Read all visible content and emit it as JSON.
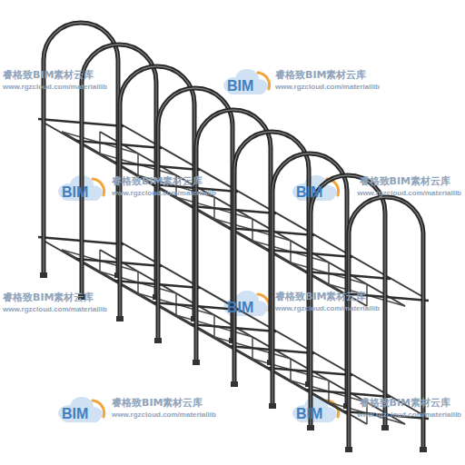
{
  "diagram": {
    "labels": [
      "睿格致BIM素材云库",
      "www.rgzcloud.com/materiallib",
      "BIM",
      "睿格致BIM素材云库",
      "www.rgzcloud.com/materiallib",
      "BIM",
      "睿格致BIM素材云库",
      "www.rgzcloud.com/materiallib",
      "BIM",
      "睿格致BIM素材云库",
      "www.rgzcloud.com/materiallib",
      "睿格致BIM素材云库",
      "www.rgzcloud.com/materiallib",
      "BIM",
      "睿格致BIM素材云库",
      "www.rgzcloud.com/materiallib",
      "BIM",
      "睿格致BIM素材云库",
      "www.rgzcloud.com/materiallib",
      "BIM",
      "睿格致BIM素材云库",
      "www.rgzcloud.com/materiallib"
    ]
  }
}
